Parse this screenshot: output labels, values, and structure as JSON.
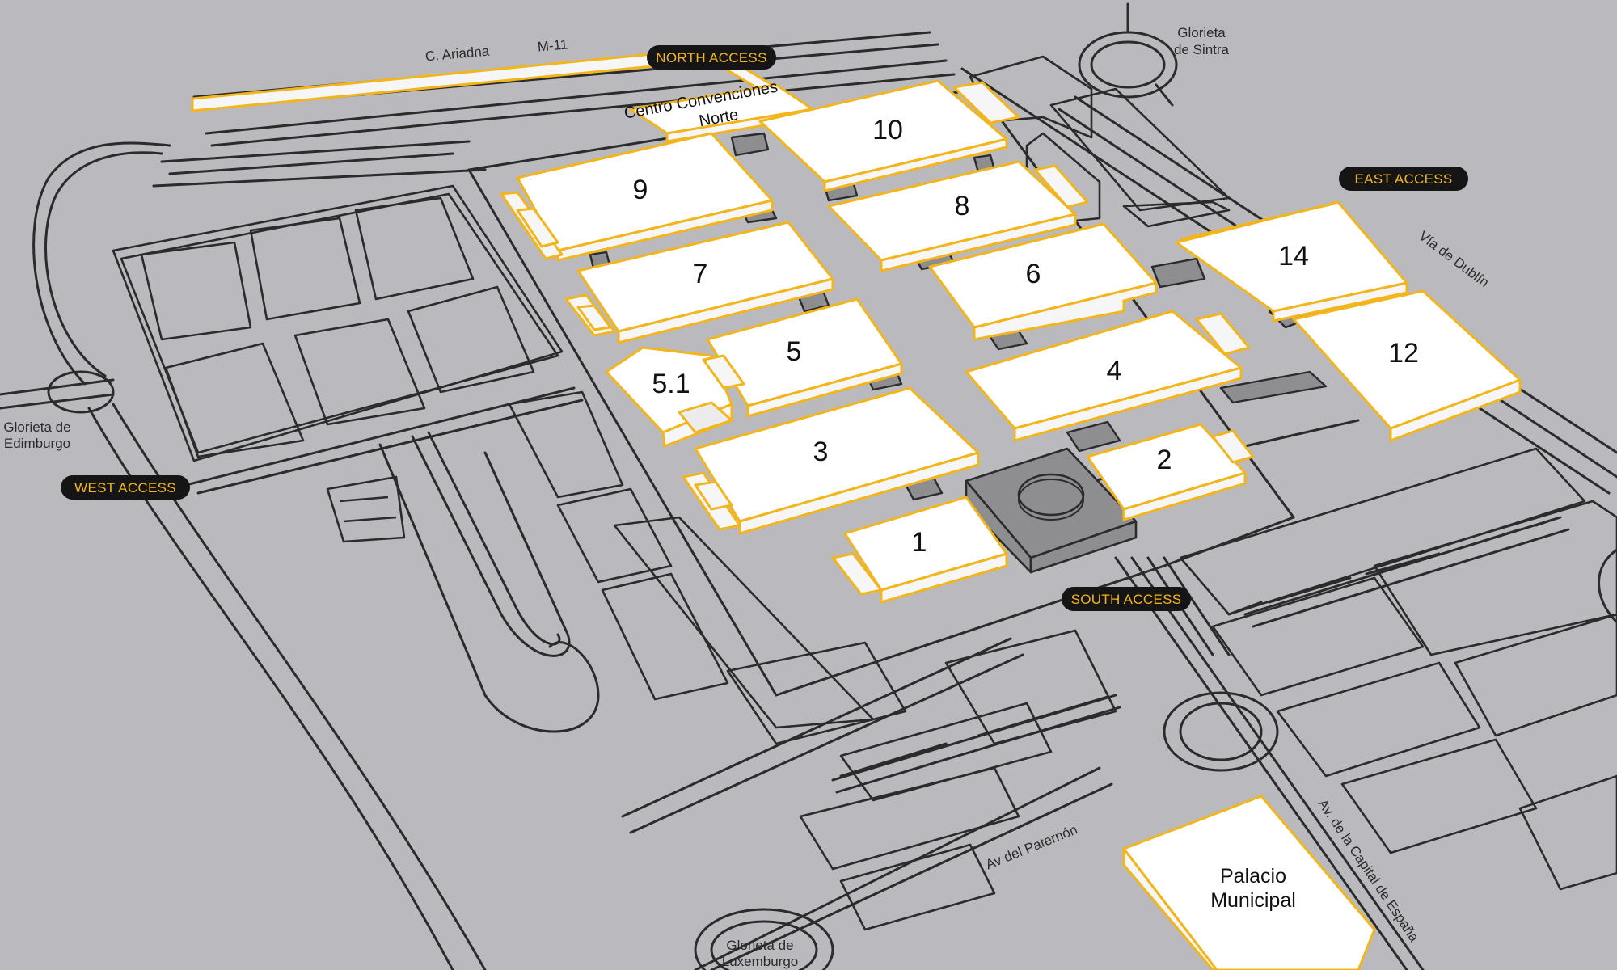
{
  "accesses": {
    "north": "NORTH ACCESS",
    "east": "EAST ACCESS",
    "west": "WEST ACCESS",
    "south": "SOUTH ACCESS"
  },
  "halls": {
    "h1": "1",
    "h2": "2",
    "h3": "3",
    "h4": "4",
    "h5": "5",
    "h5_1": "5.1",
    "h6": "6",
    "h7": "7",
    "h8": "8",
    "h9": "9",
    "h10": "10",
    "h12": "12",
    "h14": "14",
    "convention_line1": "Centro Convenciones",
    "convention_line2": "Norte",
    "palacio_line1": "Palacio",
    "palacio_line2": "Municipal"
  },
  "streets": {
    "c_ariadna": "C. Ariadna",
    "m11": "M-11",
    "glorieta_sintra_1": "Glorieta",
    "glorieta_sintra_2": "de Sintra",
    "via_dublin": "Vía de Dublín",
    "glorieta_edimburgo_1": "Glorieta de",
    "glorieta_edimburgo_2": "Edimburgo",
    "av_paternon": "Av del Paternón",
    "av_capital": "Av. de la Capital de España",
    "glorieta_luxemburgo_1": "Glorieta de",
    "glorieta_luxemburgo_2": "Luxemburgo"
  },
  "colors": {
    "background": "#bab9bd",
    "road_line": "#2b2b2b",
    "hall_outline": "#f2b51c",
    "access_badge": "#151515"
  }
}
